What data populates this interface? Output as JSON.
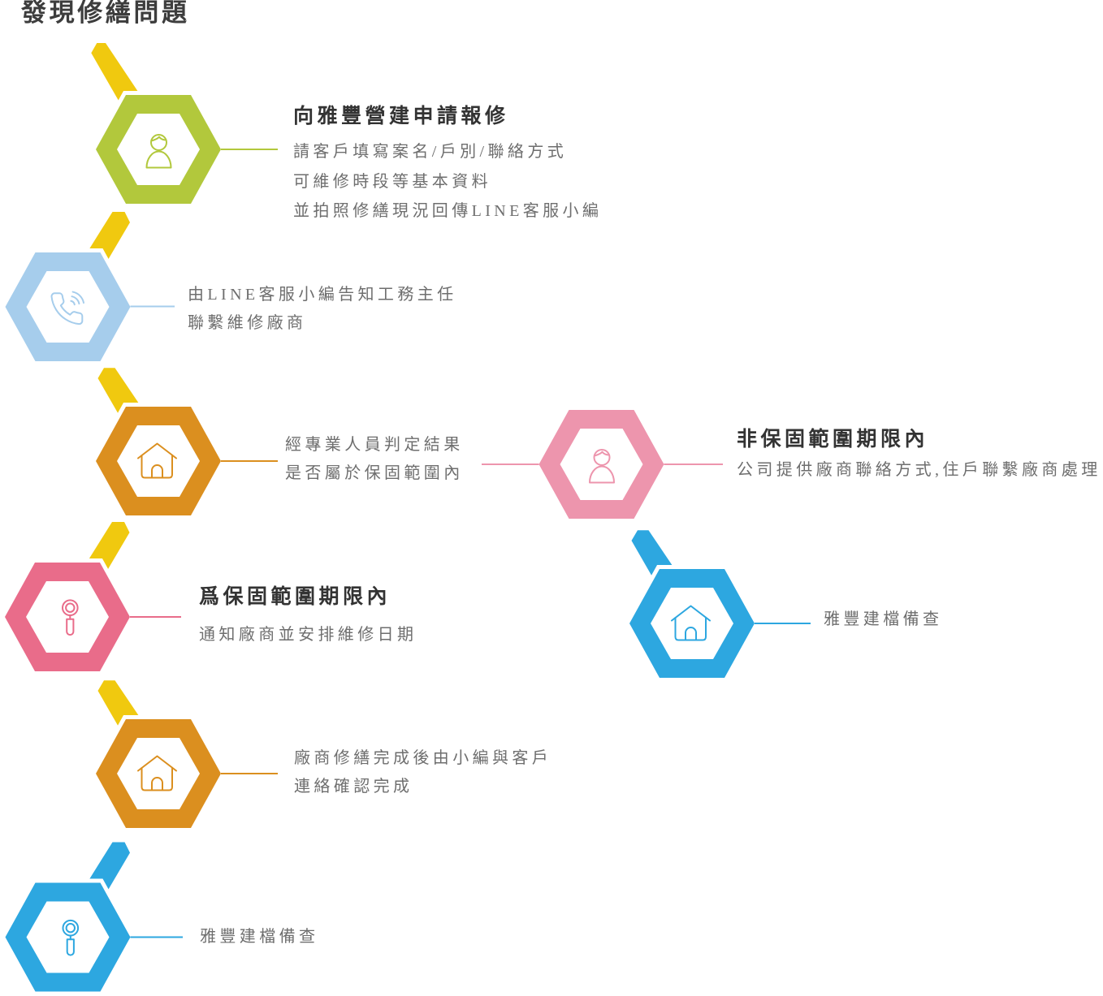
{
  "page": {
    "title": "發現修繕問題"
  },
  "steps": [
    {
      "title": "向雅豐營建申請報修",
      "lines": [
        "請客戶填寫案名/戶別/聯絡方式",
        "可維修時段等基本資料",
        "並拍照修繕現況回傳LINE客服小編"
      ],
      "icon": "person-icon",
      "color": "#b2c83c",
      "tab_color": "#f0c90f"
    },
    {
      "lines": [
        "由LINE客服小編告知工務主任",
        "聯繫維修廠商"
      ],
      "icon": "phone-call-icon",
      "color": "#a6cdec",
      "tab_color": "#f0c90f"
    },
    {
      "lines": [
        "經專業人員判定結果",
        "是否屬於保固範圍內"
      ],
      "icon": "house-icon",
      "color": "#db8f1f",
      "tab_color": "#f0c90f"
    },
    {
      "title": "爲保固範圍期限內",
      "lines": [
        "通知廠商並安排維修日期"
      ],
      "icon": "magnifier-icon",
      "color": "#e96c8a",
      "tab_color": "#f0c90f"
    },
    {
      "lines": [
        "廠商修繕完成後由小編與客戶",
        "連絡確認完成"
      ],
      "icon": "house-icon",
      "color": "#db8f1f",
      "tab_color": "#f0c90f"
    },
    {
      "lines": [
        "雅豐建檔備查"
      ],
      "icon": "magnifier-icon",
      "color": "#2da7e0",
      "tab_color": "#2da7e0"
    },
    {
      "title": "非保固範圍期限內",
      "lines": [
        "公司提供廠商聯絡方式,住戶聯繫廠商處理"
      ],
      "icon": "person-icon",
      "color": "#ed95ad"
    },
    {
      "lines": [
        "雅豐建檔備查"
      ],
      "icon": "house-icon",
      "color": "#2da7e0",
      "tab_color": "#2da7e0"
    }
  ]
}
